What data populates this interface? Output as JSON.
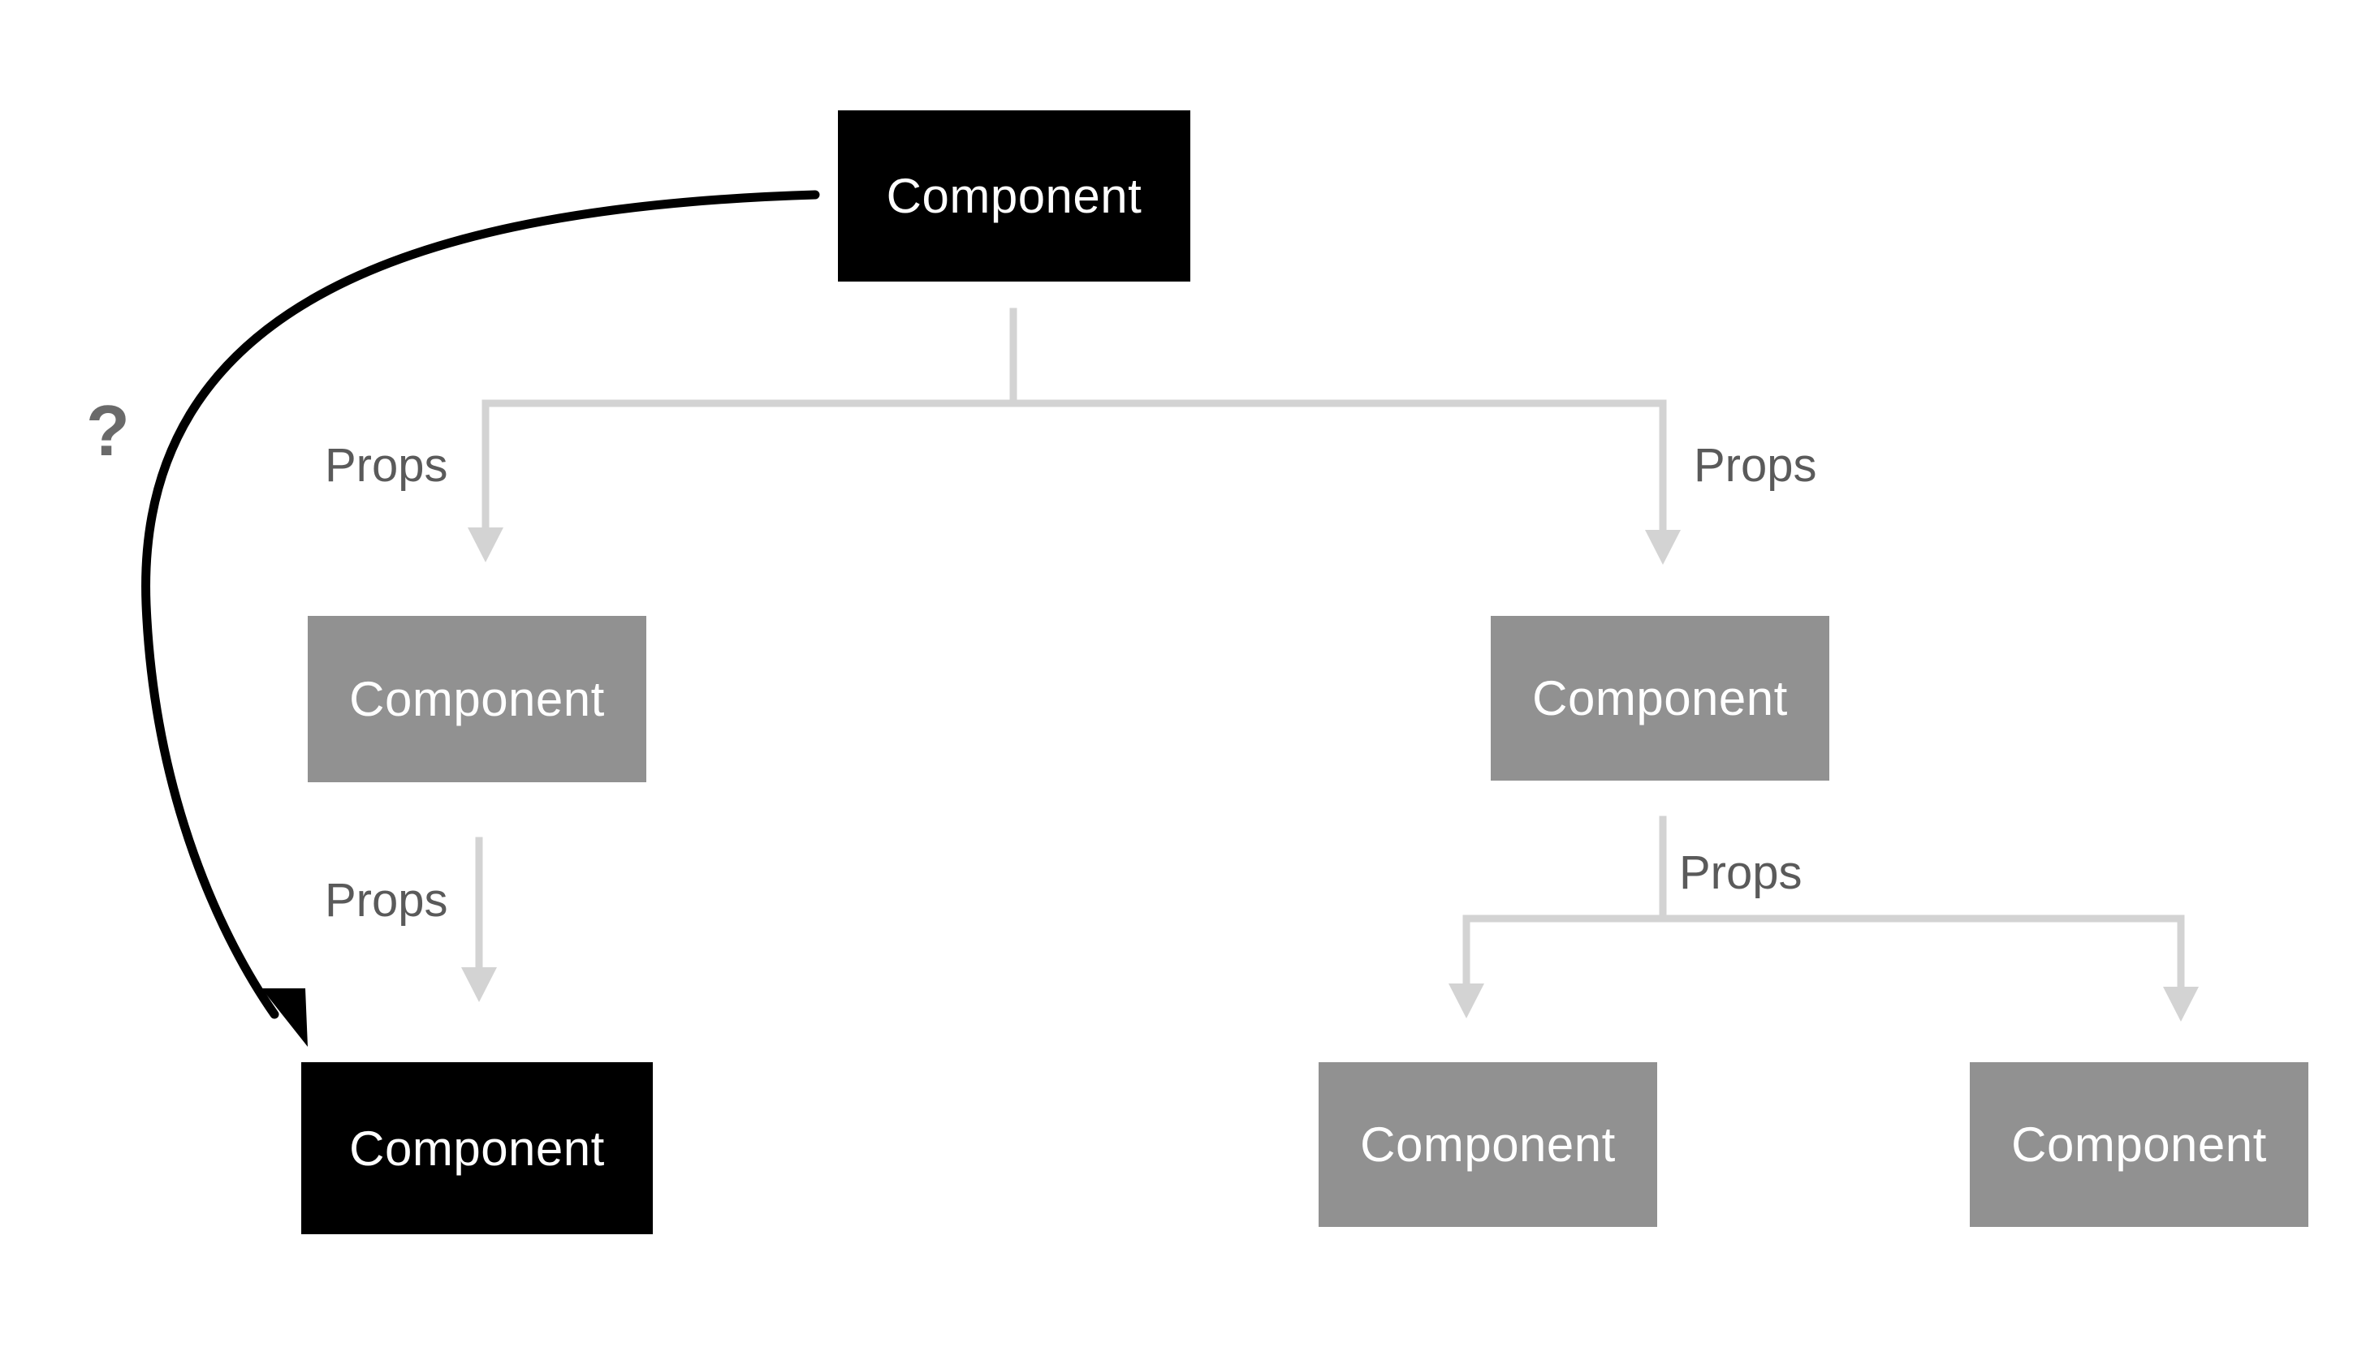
{
  "colors": {
    "root_box": "#000000",
    "target_box": "#000000",
    "child_box": "#919191",
    "connector": "#d3d3d3",
    "curved_arrow": "#000000",
    "label_text": "#5a5a5a"
  },
  "nodes": {
    "root": {
      "label": "Component"
    },
    "left_child": {
      "label": "Component"
    },
    "right_child": {
      "label": "Component"
    },
    "left_grandchild": {
      "label": "Component"
    },
    "right_grandchild_a": {
      "label": "Component"
    },
    "right_grandchild_b": {
      "label": "Component"
    }
  },
  "edges": {
    "root_to_left": {
      "label": "Props"
    },
    "root_to_right": {
      "label": "Props"
    },
    "left_to_grandchild": {
      "label": "Props"
    },
    "right_to_grandchildren": {
      "label": "Props"
    }
  },
  "bypass_arrow": {
    "label": "?"
  }
}
